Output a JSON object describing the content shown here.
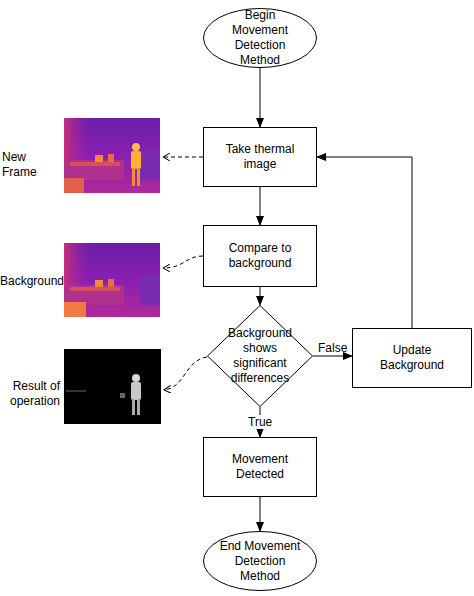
{
  "diagram": {
    "nodes": [
      {
        "text": [
          "Begin Movement Detection Method"
        ]
      },
      {
        "text": [
          "Take thermal image"
        ]
      },
      {
        "text": [
          "Compare to background"
        ]
      },
      {
        "text": [
          "Background shows significant differences"
        ]
      },
      {
        "text": [
          "Update Background"
        ]
      },
      {
        "text": [
          "Movement Detected"
        ]
      },
      {
        "text": [
          "End Movement Detection Method"
        ]
      }
    ],
    "edges": [
      {
        "from": 0,
        "to": 1,
        "arrow": "to"
      },
      {
        "from": 1,
        "to": 2,
        "arrow": "to"
      },
      {
        "from": 2,
        "to": 3,
        "arrow": "to"
      },
      {
        "from": 3,
        "to": 4,
        "label": "False",
        "arrow": "to"
      },
      {
        "from": 4,
        "to": 1,
        "arrow": "to"
      },
      {
        "from": 3,
        "to": 5,
        "label": "True",
        "arrow": "to"
      },
      {
        "from": 5,
        "to": 6,
        "arrow": "to"
      }
    ],
    "labels": [
      "New Frame",
      "Background",
      "Result of operation"
    ]
  }
}
